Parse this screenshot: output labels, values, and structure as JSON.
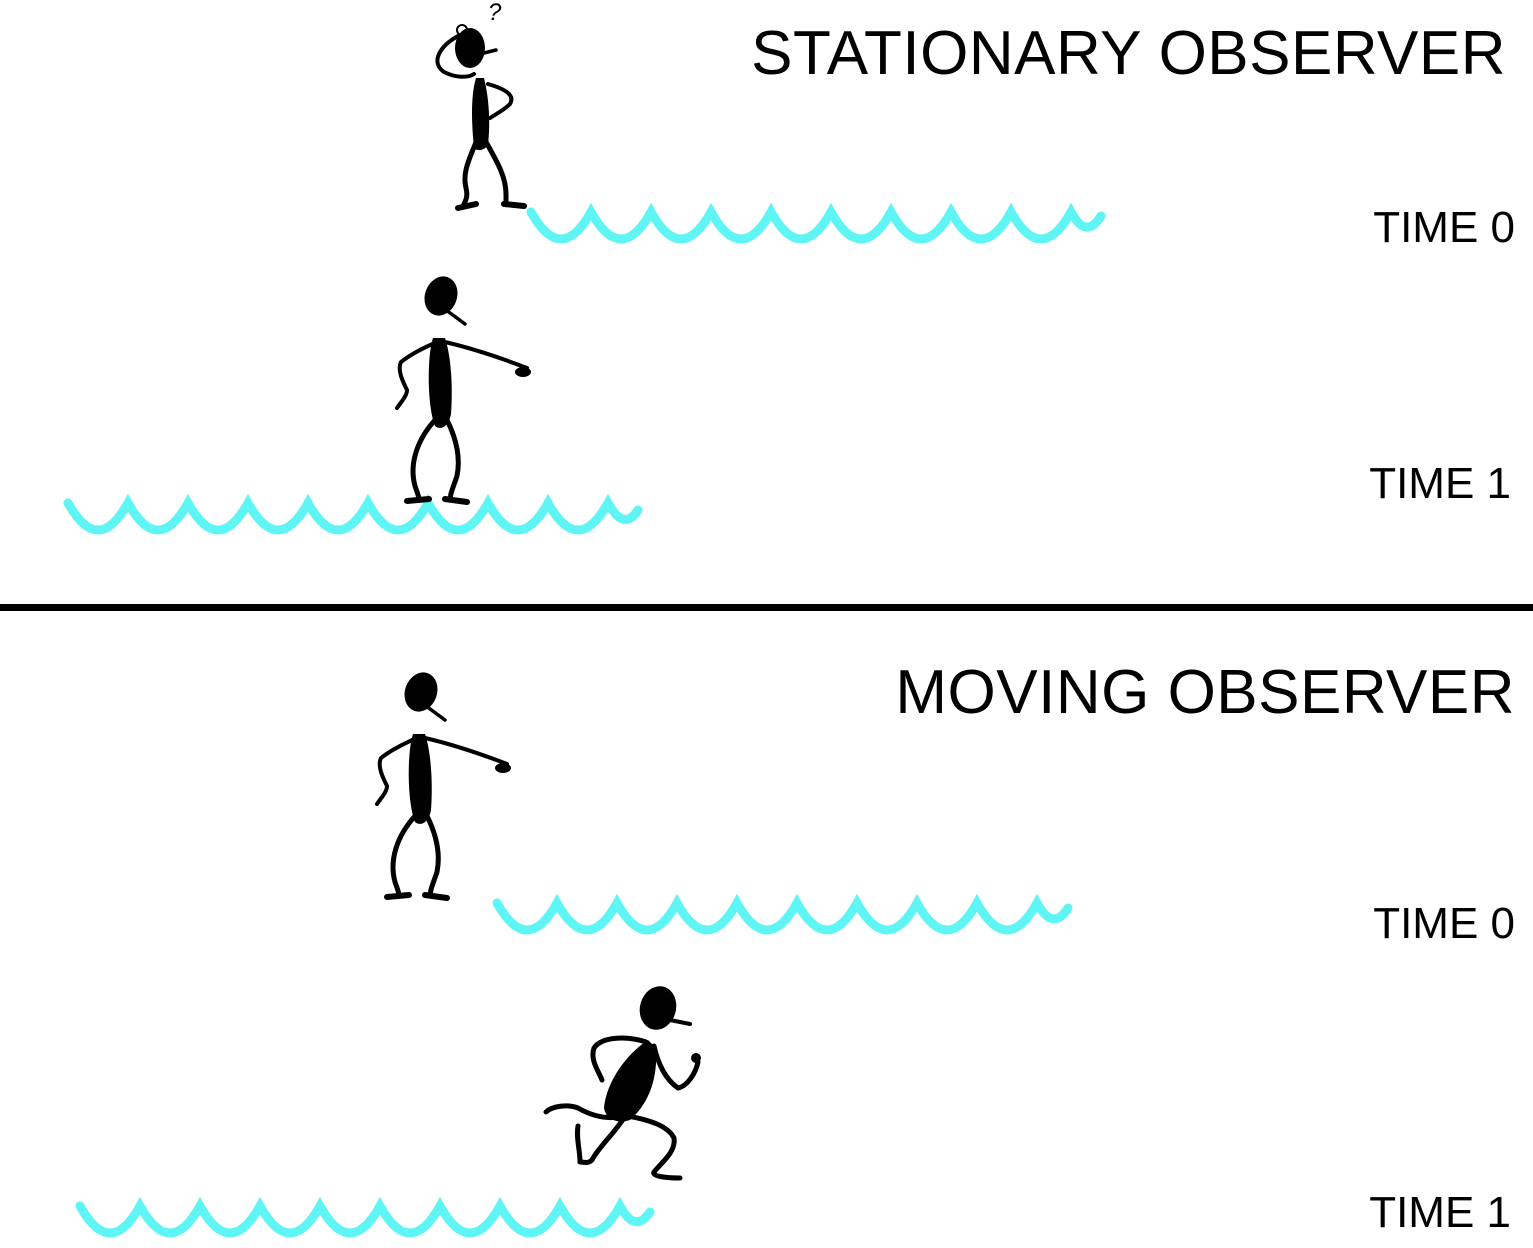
{
  "sections": {
    "stationary": {
      "title": "STATIONARY OBSERVER",
      "time0": "TIME 0",
      "time1": "TIME 1"
    },
    "moving": {
      "title": "MOVING OBSERVER",
      "time0": "TIME 0",
      "time1": "TIME 1"
    }
  },
  "figures": {
    "confused_glyph": "?"
  },
  "colors": {
    "wave": "#5ff5f5",
    "figure": "#000000",
    "divider": "#000000",
    "background": "#ffffff"
  }
}
